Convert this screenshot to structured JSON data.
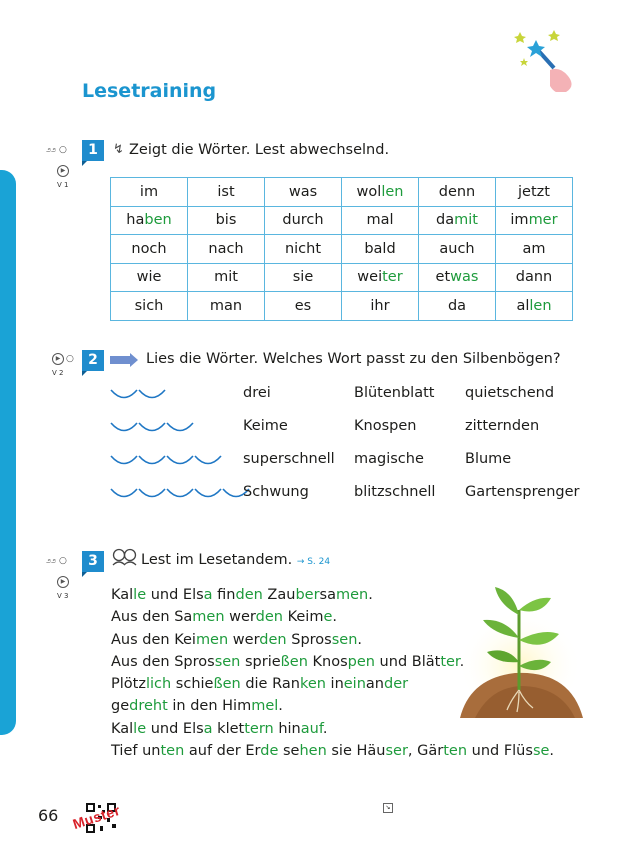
{
  "page": {
    "title": "Lesetraining",
    "page_number": "66",
    "qr_overlay_text": "Muster"
  },
  "tasks": [
    {
      "number": "1",
      "media_label": "V 1",
      "instruction": "Zeigt die Wörter. Lest abwechselnd.",
      "table": [
        [
          [
            "im",
            ""
          ],
          [
            "ist",
            ""
          ],
          [
            "was",
            ""
          ],
          [
            "wol",
            "len"
          ],
          [
            "denn",
            ""
          ],
          [
            "jetzt",
            ""
          ]
        ],
        [
          [
            "ha",
            "ben"
          ],
          [
            "bis",
            ""
          ],
          [
            "durch",
            ""
          ],
          [
            "mal",
            ""
          ],
          [
            "da",
            "mit"
          ],
          [
            "im",
            "mer"
          ]
        ],
        [
          [
            "noch",
            ""
          ],
          [
            "nach",
            ""
          ],
          [
            "nicht",
            ""
          ],
          [
            "bald",
            ""
          ],
          [
            "auch",
            ""
          ],
          [
            "am",
            ""
          ]
        ],
        [
          [
            "wie",
            ""
          ],
          [
            "mit",
            ""
          ],
          [
            "sie",
            ""
          ],
          [
            "wei",
            "ter"
          ],
          [
            "et",
            "was"
          ],
          [
            "dann",
            ""
          ]
        ],
        [
          [
            "sich",
            ""
          ],
          [
            "man",
            ""
          ],
          [
            "es",
            ""
          ],
          [
            "ihr",
            ""
          ],
          [
            "da",
            ""
          ],
          [
            "al",
            "len"
          ]
        ]
      ]
    },
    {
      "number": "2",
      "media_label": "V 2",
      "instruction": "Lies die Wörter. Welches Wort passt zu den Silbenbögen?",
      "rows": [
        {
          "arcs": 2,
          "words": [
            "drei",
            "Blütenblatt",
            "quietschend"
          ]
        },
        {
          "arcs": 3,
          "words": [
            "Keime",
            "Knospen",
            "zitternden"
          ]
        },
        {
          "arcs": 4,
          "words": [
            "superschnell",
            "magische",
            "Blume"
          ]
        },
        {
          "arcs": 5,
          "words": [
            "Schwung",
            "blitzschnell",
            "Gartensprenger"
          ]
        }
      ]
    },
    {
      "number": "3",
      "media_label": "V 3",
      "instruction": "Lest im Lesetandem.",
      "reference": "→ S. 24"
    }
  ],
  "poem_lines": [
    [
      [
        "Kal",
        ""
      ],
      [
        "le",
        " g"
      ],
      [
        " und Els",
        ""
      ],
      [
        "a",
        " g"
      ],
      [
        " fin",
        ""
      ],
      [
        "den",
        " g"
      ],
      [
        " Zau",
        ""
      ],
      [
        "ber",
        " g"
      ],
      [
        "sa",
        ""
      ],
      [
        "men",
        " g"
      ],
      [
        ".",
        ""
      ]
    ],
    [
      [
        "Aus den Sa",
        ""
      ],
      [
        "men",
        " g"
      ],
      [
        " wer",
        ""
      ],
      [
        "den",
        " g"
      ],
      [
        " Keim",
        ""
      ],
      [
        "e",
        " g"
      ],
      [
        ".",
        ""
      ]
    ],
    [
      [
        "Aus den Kei",
        ""
      ],
      [
        "men",
        " g"
      ],
      [
        " wer",
        ""
      ],
      [
        "den",
        " g"
      ],
      [
        " Spros",
        ""
      ],
      [
        "sen",
        " g"
      ],
      [
        ".",
        ""
      ]
    ],
    [
      [
        "Aus den Spros",
        ""
      ],
      [
        "sen",
        " g"
      ],
      [
        " sprie",
        ""
      ],
      [
        "ßen",
        " g"
      ],
      [
        " Knos",
        ""
      ],
      [
        "pen",
        " g"
      ],
      [
        " und Blät",
        ""
      ],
      [
        "ter",
        " g"
      ],
      [
        ".",
        ""
      ]
    ],
    [
      [
        "Plötz",
        ""
      ],
      [
        "lich",
        " g"
      ],
      [
        " schie",
        ""
      ],
      [
        "ßen",
        " g"
      ],
      [
        " die Ran",
        ""
      ],
      [
        "ken",
        " g"
      ],
      [
        " in",
        ""
      ],
      [
        "ein",
        " g"
      ],
      [
        "an",
        ""
      ],
      [
        "der",
        " g"
      ]
    ],
    [
      [
        "ge",
        ""
      ],
      [
        "dreht",
        " g"
      ],
      [
        " in den Him",
        ""
      ],
      [
        "mel",
        " g"
      ],
      [
        ".",
        ""
      ]
    ],
    [
      [
        "Kal",
        ""
      ],
      [
        "le",
        " g"
      ],
      [
        " und Els",
        ""
      ],
      [
        "a",
        " g"
      ],
      [
        " klet",
        ""
      ],
      [
        "tern",
        " g"
      ],
      [
        " hin",
        ""
      ],
      [
        "auf",
        " g"
      ],
      [
        ".",
        ""
      ]
    ],
    [
      [
        "Tief un",
        ""
      ],
      [
        "ten",
        " g"
      ],
      [
        " auf der Er",
        ""
      ],
      [
        "de",
        " g"
      ],
      [
        " se",
        ""
      ],
      [
        "hen",
        " g"
      ],
      [
        " sie Häu",
        ""
      ],
      [
        "ser",
        " g"
      ],
      [
        ", Gär",
        ""
      ],
      [
        "ten",
        " g"
      ],
      [
        " und Flüs",
        ""
      ],
      [
        "se",
        " g"
      ],
      [
        ".",
        ""
      ]
    ]
  ],
  "icons": [
    "partner-icon",
    "play-icon",
    "lightning-icon",
    "arrow-icon",
    "heads-icon",
    "magic-wand-icon",
    "plant-icon",
    "qr-code-icon"
  ],
  "colors": {
    "accent": "#1b95cf",
    "green": "#1e9b3c",
    "table_border": "#5ab6df"
  }
}
